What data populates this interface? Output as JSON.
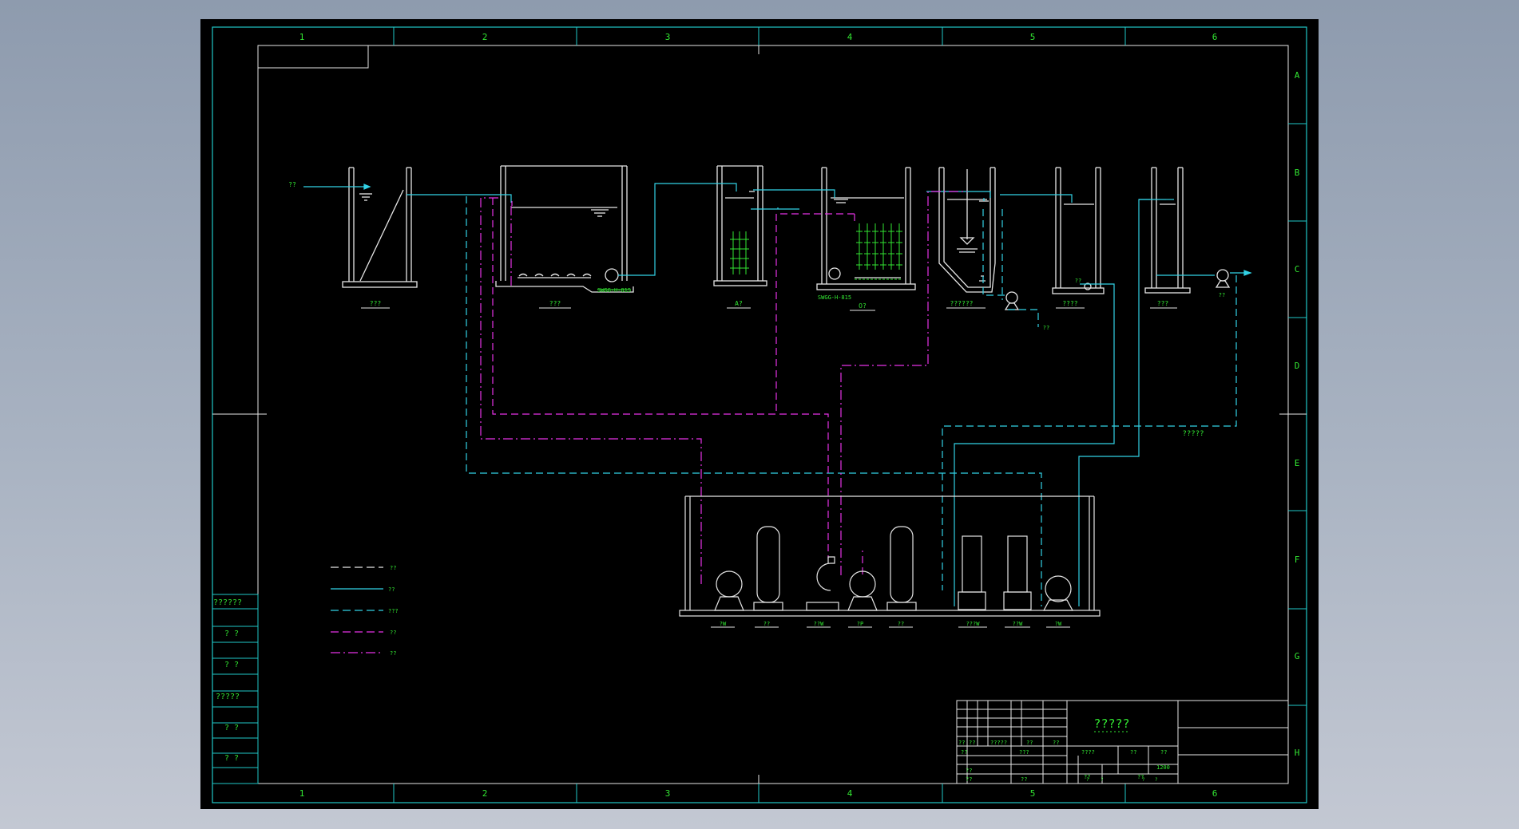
{
  "border": {
    "col_labels": [
      "1",
      "2",
      "3",
      "4",
      "5",
      "6"
    ],
    "row_labels": [
      "A",
      "B",
      "C",
      "D",
      "E",
      "F",
      "G",
      "H"
    ]
  },
  "process": {
    "inlet_label": "??",
    "units": [
      {
        "id": "grille",
        "label": "???"
      },
      {
        "id": "equalization",
        "label": "???"
      },
      {
        "id": "anoxic",
        "label": "A?"
      },
      {
        "id": "aerobic",
        "label": "O?"
      },
      {
        "id": "settler",
        "label": "??????"
      },
      {
        "id": "clear-tank",
        "label": "????"
      },
      {
        "id": "outlet-tank",
        "label": "???"
      }
    ],
    "pump1_label": "SWGG-H-815",
    "pump2_label": "SWGG-H-815",
    "sludge_label": "??",
    "clear_pump_label": "??",
    "outlet_pump_label": "??",
    "return_label": "?????"
  },
  "equipment_labels": [
    "?W",
    "??",
    "??W",
    "?P",
    "??",
    "???W",
    "??W",
    "?W"
  ],
  "legend": [
    {
      "label": "??",
      "color": "#e6e6e6",
      "dash": "10 5"
    },
    {
      "label": "??",
      "color": "#32d2e6",
      "dash": ""
    },
    {
      "label": "???",
      "color": "#32d2e6",
      "dash": "10 5"
    },
    {
      "label": "??",
      "color": "#e632e6",
      "dash": "10 5"
    },
    {
      "label": "??",
      "color": "#e632e6",
      "dash": "12 4 2 4"
    }
  ],
  "left_strip": [
    "??????",
    "? ?",
    "? ?",
    "?????",
    "? ?",
    "? ?"
  ],
  "title_block": {
    "title": "?????",
    "r1": [
      "??",
      "??",
      "?????",
      "??",
      "??"
    ],
    "r2": [
      "??",
      "???",
      "????",
      "??",
      "??"
    ],
    "r3": [
      "??",
      "1200"
    ],
    "r4": [
      "??",
      "??"
    ],
    "r5": [
      "??",
      "??",
      "?",
      "?",
      "?",
      "?"
    ]
  },
  "colors": {
    "frame": "#20c8c8",
    "white": "#e6e6e6",
    "cyan": "#32d2e6",
    "magenta": "#e632e6",
    "green": "#32e632"
  }
}
